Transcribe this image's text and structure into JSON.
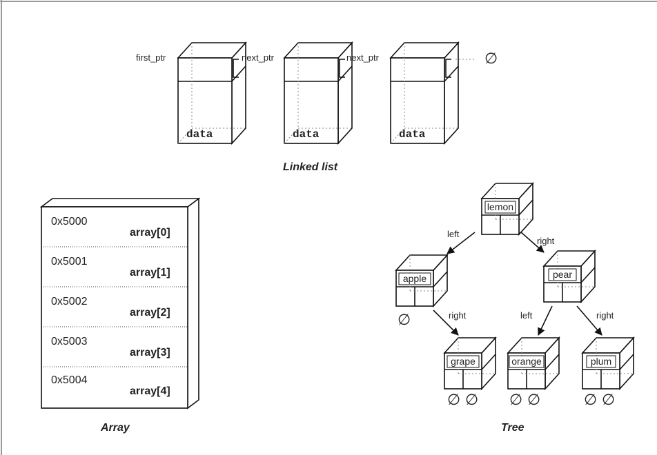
{
  "linked_list": {
    "caption": "Linked list",
    "first_ptr": "first_ptr",
    "next_ptr": "next_ptr",
    "node_data": "data",
    "null_symbol": "∅"
  },
  "array": {
    "caption": "Array",
    "rows": [
      {
        "address": "0x5000",
        "index": "array[0]"
      },
      {
        "address": "0x5001",
        "index": "array[1]"
      },
      {
        "address": "0x5002",
        "index": "array[2]"
      },
      {
        "address": "0x5003",
        "index": "array[3]"
      },
      {
        "address": "0x5004",
        "index": "array[4]"
      }
    ]
  },
  "tree": {
    "caption": "Tree",
    "left": "left",
    "right": "right",
    "null_symbol": "∅",
    "nodes": {
      "root": "lemon",
      "apple": "apple",
      "pear": "pear",
      "grape": "grape",
      "orange": "orange",
      "plum": "plum"
    }
  }
}
